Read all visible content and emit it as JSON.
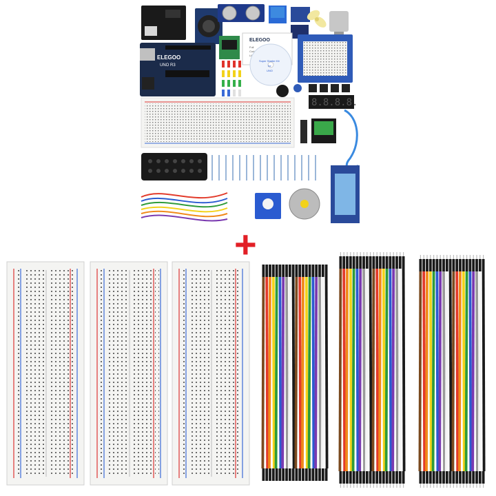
{
  "kit": {
    "brand": "ELEGOO",
    "board_label": "UNO R3",
    "cd_title": "Super Starter Kit",
    "cd_subtitle": "for",
    "cd_board": "UNO",
    "card_lines": [
      "Full",
      "Code",
      "Libraries"
    ],
    "display_digits": "8.8.8.8."
  },
  "plus_symbol": "+",
  "breadboards": {
    "count": 3
  },
  "jumper_bundles": {
    "count": 3
  },
  "colors": {
    "board_blue": "#1b2b4a",
    "breadboard_white": "#f4f4f2",
    "rail_red": "#d33",
    "rail_blue": "#3a6ad6",
    "plus_red": "#e21f26",
    "wire_colors": [
      "#7a4a1f",
      "#e23a2a",
      "#f08a1a",
      "#f2d21a",
      "#2e9b3a",
      "#2a5bd0",
      "#7a3ab0",
      "#9a9a9a",
      "#f4f4f4",
      "#1a1a1a"
    ]
  }
}
